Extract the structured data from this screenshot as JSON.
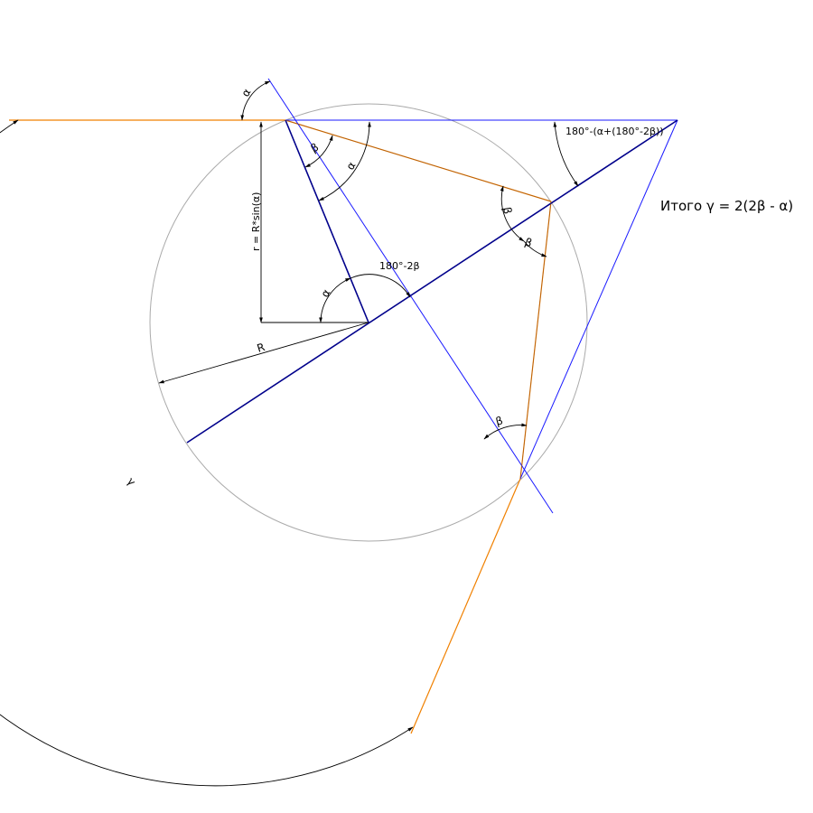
{
  "labels": {
    "alpha": "α",
    "beta": "β",
    "gamma": "γ",
    "radius": "R",
    "small_radius": "r = R*sin(α)",
    "central_angle": "180°-2β",
    "outer_angle": "180°-(α+(180°-2β))"
  },
  "result": "Итого γ = 2(2β - α)",
  "colors": {
    "orange": "#f08000",
    "blue": "#1a1aff",
    "dark_blue": "#00008b",
    "circle": "#aaaaaa",
    "annotation": "#000000"
  }
}
